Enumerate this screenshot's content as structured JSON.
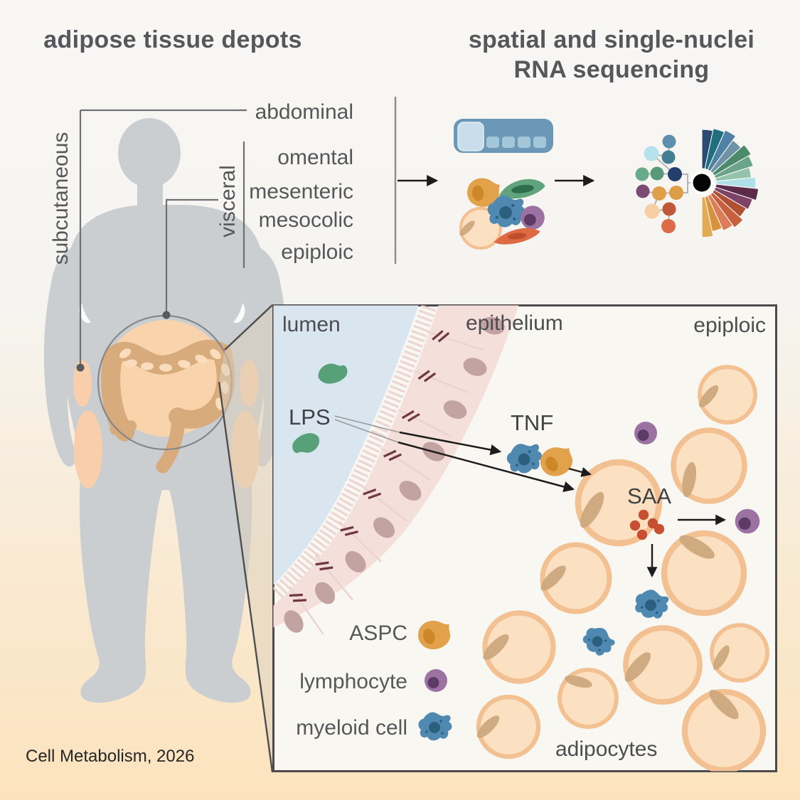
{
  "figure": {
    "title_left": "adipose tissue depots",
    "title_right_line1": "spatial and single-nuclei",
    "title_right_line2": "RNA sequencing",
    "credit": "Cell Metabolism, 2026"
  },
  "depots": {
    "subcutaneous": "subcutaneous",
    "visceral": "visceral",
    "items": [
      "abdominal",
      "omental",
      "mesenteric",
      "mesocolic",
      "epiploic"
    ]
  },
  "inset": {
    "region_labels": {
      "lumen": "lumen",
      "epithelium": "epithelium",
      "epiploic": "epiploic"
    },
    "molecule_labels": {
      "lps": "LPS",
      "tnf": "TNF",
      "saa": "SAA"
    },
    "legend": [
      {
        "label": "ASPC",
        "icon": "aspc-cell-icon",
        "color": "#e2a24c"
      },
      {
        "label": "lymphocyte",
        "icon": "lymphocyte-icon",
        "color": "#9b72a2"
      },
      {
        "label": "myeloid cell",
        "icon": "myeloid-cell-icon",
        "color": "#4f89b1"
      }
    ],
    "adipocytes_label": "adipocytes"
  },
  "icons": {
    "spatial_chip": "spatial-transcriptomics-chip-icon",
    "cell_cluster": "dissociated-cells-icon",
    "network": "clustering-network-icon",
    "fan": "cell-type-fan-chart-icon"
  },
  "colors": {
    "background_top": "#f8f7f5",
    "background_bottom": "#fce3bd",
    "body_silhouette": "#cbced1",
    "subcutaneous_fat": "#f8cfaa",
    "abdomen_fat": "#f9d3ab",
    "colon": "#d8ab7c",
    "lumen": "#d9e6ef",
    "epithelium": "#f5dfda",
    "epithelium_nucleus": "#c2a3a2",
    "tight_junction": "#6e3741",
    "adipocyte_fill": "#fbe0c1",
    "adipocyte_ring": "#f3c091",
    "adipocyte_crescent": "#cda87d",
    "lps_green": "#58a178",
    "saa_red": "#c64f33",
    "aspc_orange": "#e2a24c",
    "myeloid_blue": "#4f89b1",
    "lymphocyte_purple": "#9b72a2",
    "arrow": "#1c1c1c",
    "text": "#55575a"
  }
}
